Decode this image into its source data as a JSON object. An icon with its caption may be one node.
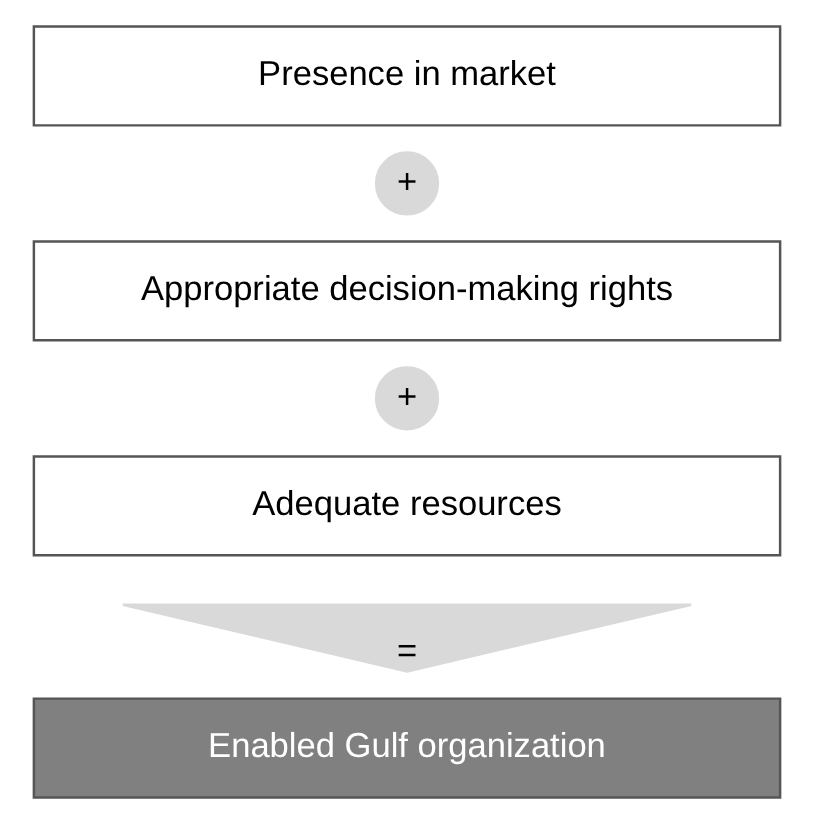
{
  "diagram": {
    "nodes": [
      {
        "text": [
          "Presence in market"
        ]
      },
      {
        "text": [
          "+"
        ]
      },
      {
        "text": [
          "Appropriate decision-making rights"
        ]
      },
      {
        "text": [
          "+"
        ]
      },
      {
        "text": [
          "Adequate resources"
        ]
      },
      {
        "text": [
          "="
        ]
      },
      {
        "text": [
          "Enabled Gulf organization"
        ]
      }
    ]
  }
}
